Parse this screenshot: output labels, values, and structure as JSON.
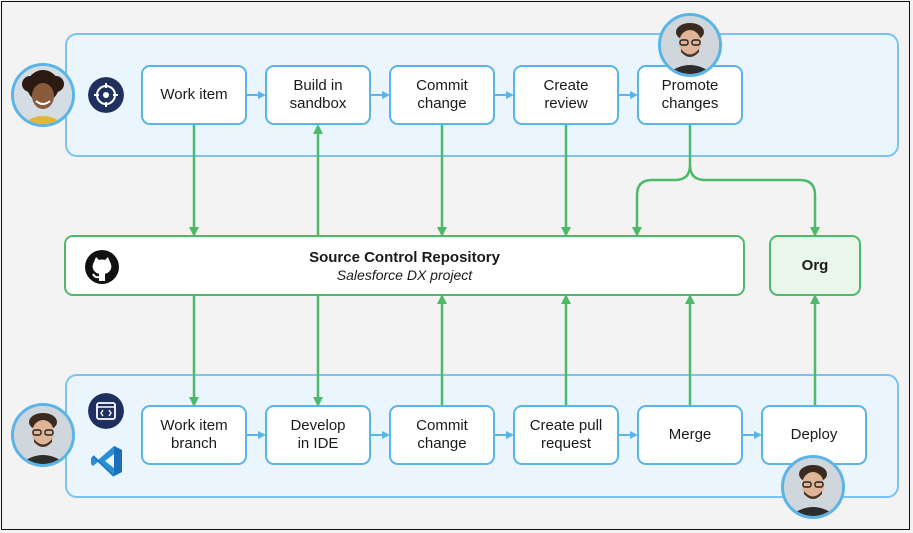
{
  "top_lane": {
    "steps": [
      {
        "label": "Work item"
      },
      {
        "label": "Build in\nsandbox"
      },
      {
        "label": "Commit\nchange"
      },
      {
        "label": "Create\nreview"
      },
      {
        "label": "Promote\nchanges"
      }
    ],
    "icon": "target-icon"
  },
  "repository": {
    "title": "Source Control Repository",
    "subtitle": "Salesforce DX project",
    "icon": "github-icon"
  },
  "org": {
    "label": "Org"
  },
  "bottom_lane": {
    "steps": [
      {
        "label": "Work item\nbranch"
      },
      {
        "label": "Develop\nin IDE"
      },
      {
        "label": "Commit\nchange"
      },
      {
        "label": "Create pull\nrequest"
      },
      {
        "label": "Merge"
      },
      {
        "label": "Deploy"
      }
    ],
    "icons": [
      "code-window-icon",
      "vscode-icon"
    ]
  },
  "colors": {
    "lane_fill": "#eaf5fe",
    "lane_border": "#7cc2f0",
    "step_border": "#5bb4e6",
    "flow_arrow": "#5bb4e6",
    "repo_arrow": "#4dba6a",
    "org_fill": "#e9f6ea",
    "icon_navy": "#1f2f5e"
  }
}
